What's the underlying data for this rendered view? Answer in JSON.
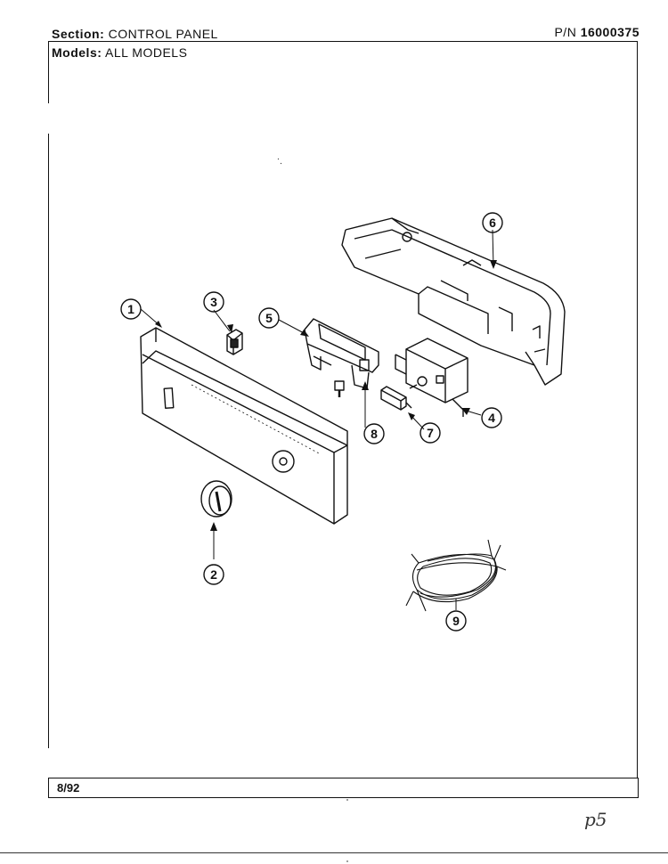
{
  "header": {
    "section_label": "Section:",
    "section_value": "CONTROL PANEL",
    "pn_label": "P/N",
    "pn_value": "16000375",
    "models_label": "Models:",
    "models_value": "ALL MODELS"
  },
  "footer": {
    "date": "8/92",
    "signature": "p5"
  },
  "callouts": [
    "1",
    "2",
    "3",
    "4",
    "5",
    "6",
    "7",
    "8",
    "9"
  ]
}
